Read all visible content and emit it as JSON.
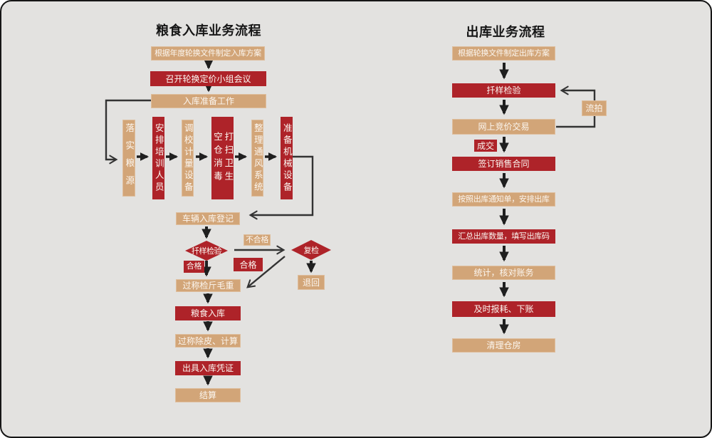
{
  "colors": {
    "background": "#e3e2e0",
    "tan_node": "#d2a578",
    "red_node": "#ae2329",
    "node_text": "#fbf6f0",
    "title_text": "#161616",
    "connector": "#2a2a2a"
  },
  "left": {
    "title": "粮食入库业务流程",
    "steps": {
      "plan": "根据年度轮换文件制定入库方案",
      "meeting": "召开轮换定价小组会议",
      "prepare": "入库准备工作",
      "register": "车辆入库登记",
      "weigh_gross": "过称检斤毛重",
      "store": "粮食入库",
      "weigh_tare": "过称除皮、计算",
      "voucher": "出具入库凭证",
      "settle": "结算",
      "reject": "退回"
    },
    "prep_tasks": [
      "落实粮源",
      "安排培训人员",
      "调校计量设备",
      "空仓消毒",
      "打扫卫生",
      "整理通风系统",
      "准备机械设备"
    ],
    "decisions": {
      "sample_check": "扦样检验",
      "recheck": "复检"
    },
    "labels": {
      "pass": "合格",
      "fail": "不合格",
      "recheck_pass": "合格"
    }
  },
  "right": {
    "title": "出库业务流程",
    "steps": {
      "plan": "根据轮换文件制定出库方案",
      "sample_check": "扦样检验",
      "auction": "网上竞价交易",
      "contract": "签订销售合同",
      "arrange": "按照出库通知单，安排出库",
      "summarize": "汇总出库数量，填写出库码",
      "reconcile": "统计，核对账务",
      "report": "及时报耗、下账",
      "clean": "清理仓房"
    },
    "labels": {
      "unsold": "流拍",
      "deal": "成交"
    }
  }
}
